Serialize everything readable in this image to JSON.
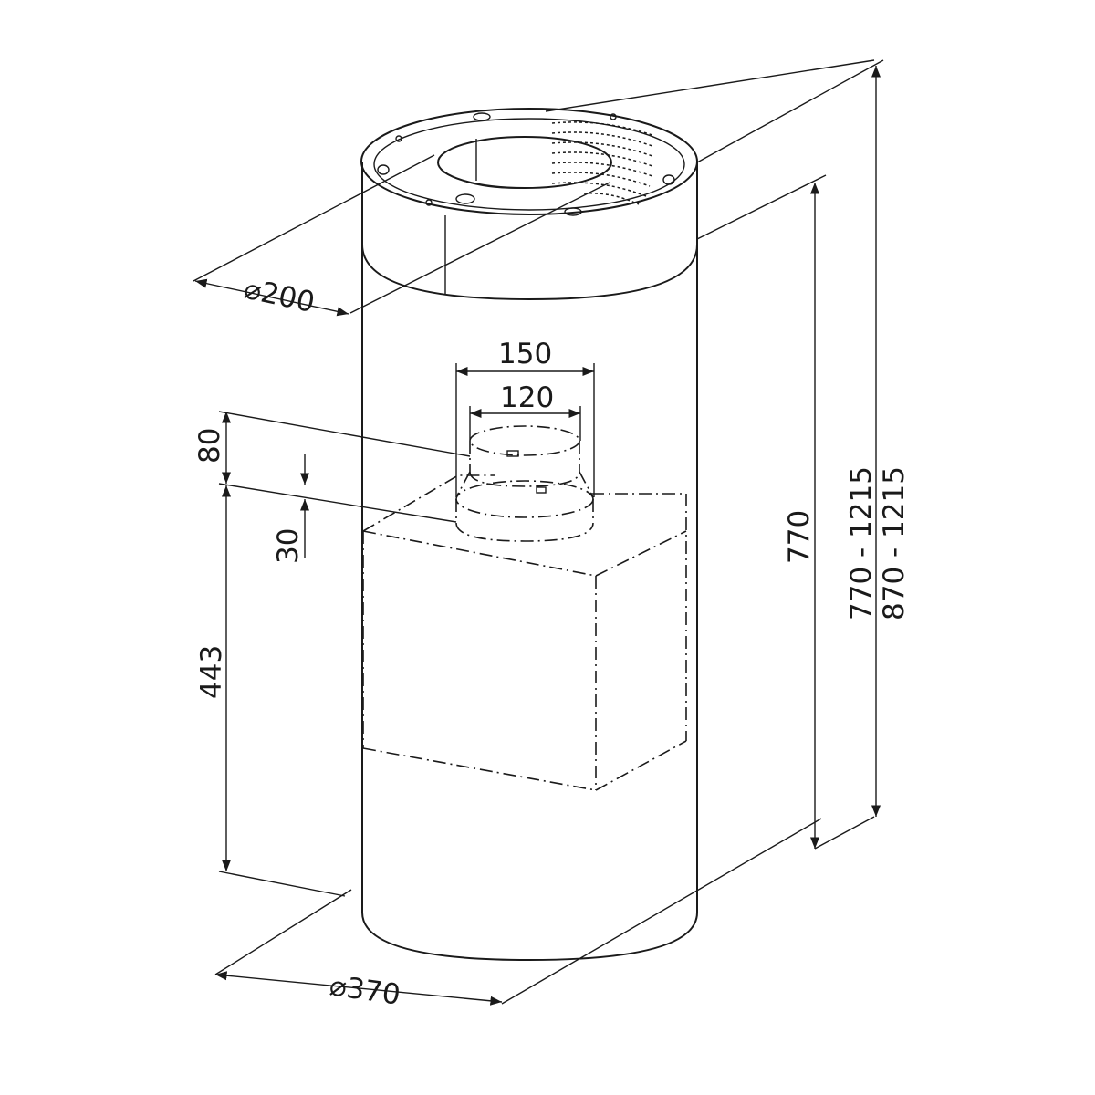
{
  "dimensions": {
    "top_diameter": "200",
    "bottom_diameter": "370",
    "outlet_outer": "150",
    "outlet_inner": "120",
    "collar_height": "80",
    "offset": "30",
    "lower_height": "443",
    "body_height": "770",
    "range_a": "770  -  1215",
    "range_b": "870  -  1215"
  },
  "diameter_symbol": "⌀"
}
